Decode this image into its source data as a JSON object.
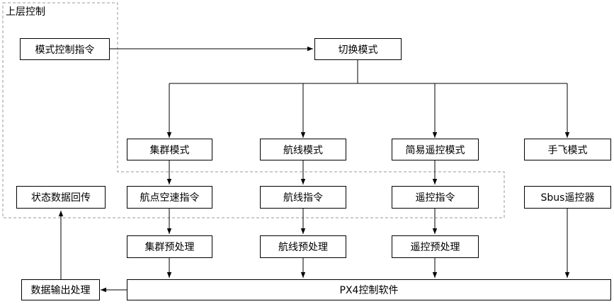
{
  "region": {
    "label": "上层控制"
  },
  "nodes": {
    "mode_cmd": "模式控制指令",
    "switch_mode": "切换模式",
    "swarm_mode": "集群模式",
    "route_mode": "航线模式",
    "simple_rc_mode": "简易遥控模式",
    "manual_mode": "手飞模式",
    "status_return": "状态数据回传",
    "speed_cmd": "航点空速指令",
    "route_cmd": "航线指令",
    "rc_cmd": "遥控指令",
    "sbus_rc": "Sbus遥控器",
    "swarm_pre": "集群预处理",
    "route_pre": "航线预处理",
    "rc_pre": "遥控预处理",
    "data_out": "数据输出处理",
    "px4": "PX4控制软件"
  }
}
